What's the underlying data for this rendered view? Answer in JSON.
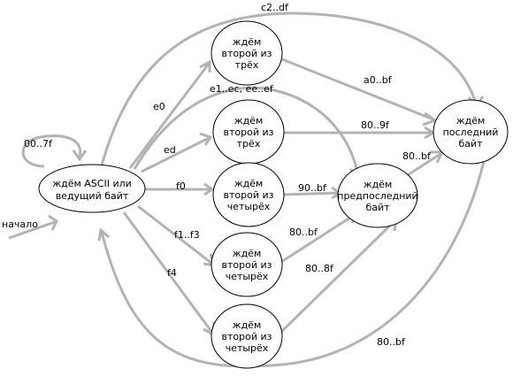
{
  "nodes": {
    "start_state": [
      "ждём ASCII или",
      "ведущий байт"
    ],
    "second_of_three_e0": [
      "ждём",
      "второй из",
      "трёх"
    ],
    "second_of_three_ed": [
      "ждём",
      "второй из",
      "трёх"
    ],
    "second_of_four_f0": [
      "ждём",
      "второй из",
      "четырёх"
    ],
    "second_of_four_f1f3": [
      "ждём",
      "второй из",
      "четырёх"
    ],
    "second_of_four_f4": [
      "ждём",
      "второй из",
      "четырёх"
    ],
    "penultimate_byte": [
      "ждём",
      "предпоследний",
      "байт"
    ],
    "last_byte": [
      "ждём",
      "последний",
      "байт"
    ]
  },
  "edges": {
    "entry_label": "начало",
    "self_loop": "00..7f",
    "start_to_e0": "e0",
    "start_to_penultimate": "e1..ec, ee..ef",
    "start_to_ed": "ed",
    "start_to_f0": "f0",
    "start_to_f1f3": "f1..f3",
    "start_to_f4": "f4",
    "start_to_last": "c2..df",
    "e0_to_last": "a0..bf",
    "ed_to_last": "80..9f",
    "f0_to_penultimate": "90..bf",
    "f1f3_to_penultimate": "80..bf",
    "f4_to_penultimate": "80..8f",
    "penultimate_to_last": "80..bf",
    "last_to_start": "80..bf"
  }
}
